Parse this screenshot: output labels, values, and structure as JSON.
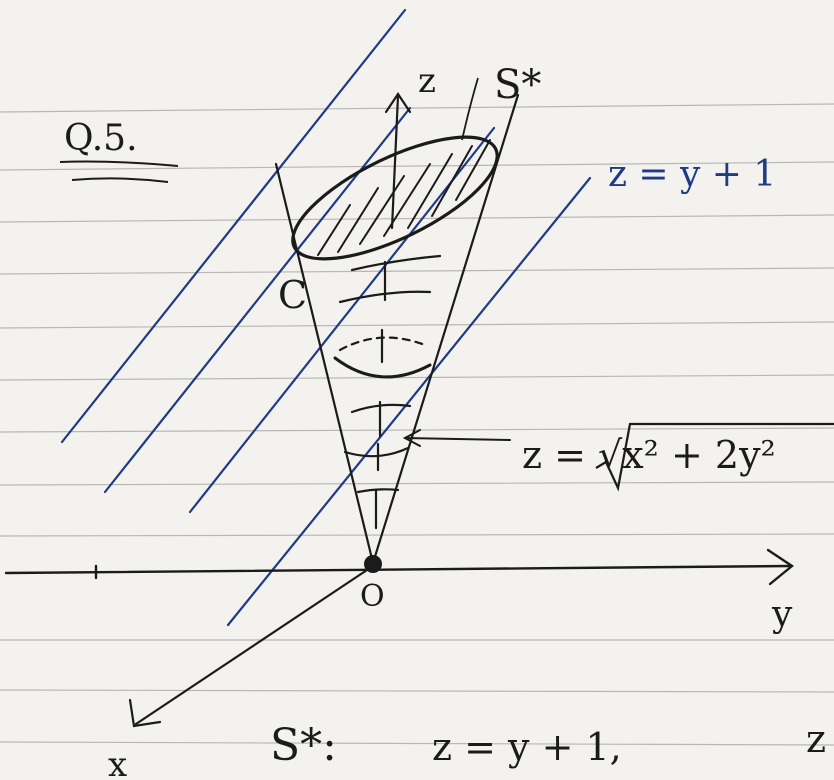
{
  "question_label": "Q.5.",
  "axis_labels": {
    "z": "z",
    "y": "y",
    "x": "x"
  },
  "origin_label": "O",
  "surface_label": "S*",
  "curve_label": "C",
  "plane_equation": "z = y + 1",
  "cone_equation": "z = √x² + 2y²",
  "bottom_line": {
    "surface": "S*:",
    "equation": "z = y + 1,",
    "trailing": "z"
  },
  "colors": {
    "ink": "#1b1b1b",
    "blue_ink": "#1f3a86",
    "paper": "#f3f2ee",
    "ruling": "#b9b7b4"
  }
}
